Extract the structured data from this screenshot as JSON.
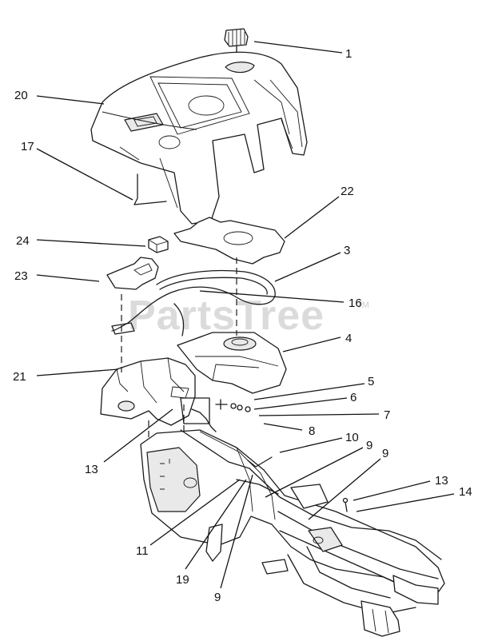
{
  "diagram": {
    "watermark": "PartsTree",
    "trademark": "TM",
    "callouts": {
      "c1": "1",
      "c20": "20",
      "c17": "17",
      "c22": "22",
      "c24": "24",
      "c3": "3",
      "c23": "23",
      "c16": "16",
      "c4": "4",
      "c21": "21",
      "c5": "5",
      "c6": "6",
      "c7": "7",
      "c8": "8",
      "c10": "10",
      "c13a": "13",
      "c9a": "9",
      "c9b": "9",
      "c13b": "13",
      "c14": "14",
      "c11": "11",
      "c19": "19",
      "c9c": "9"
    }
  }
}
